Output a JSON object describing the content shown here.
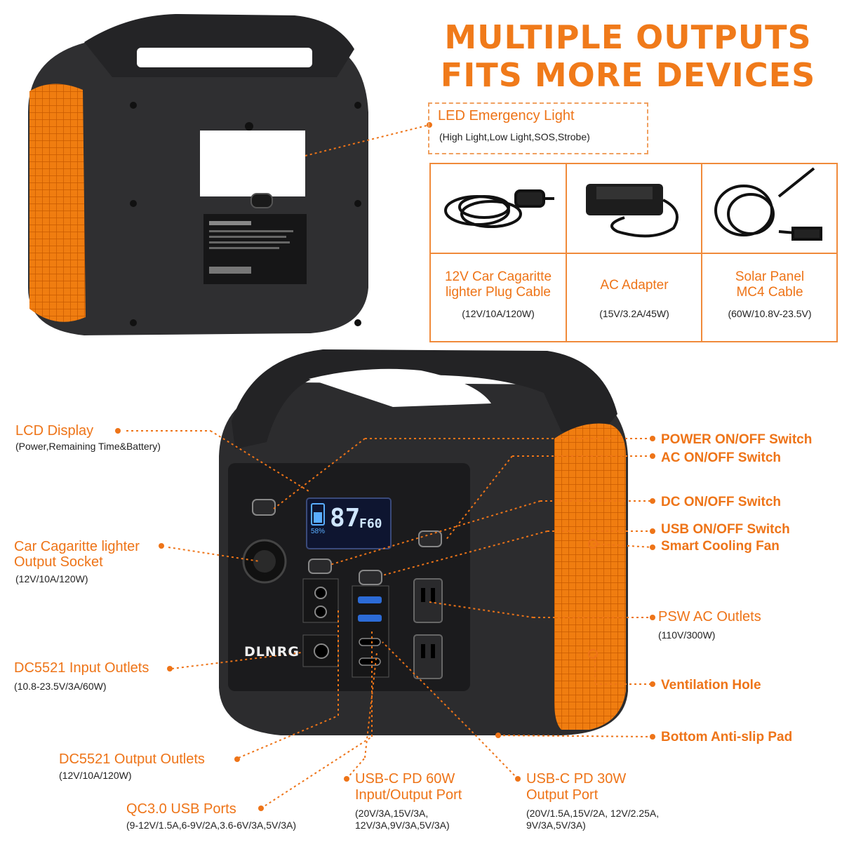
{
  "headline": {
    "line1": "MULTIPLE OUTPUTS",
    "line2": "FITS MORE DEVICES"
  },
  "emergency_light": {
    "title": "LED Emergency Light",
    "modes": "(High Light,Low Light,SOS,Strobe)"
  },
  "accessories": [
    {
      "name_line1": "12V Car Cagaritte",
      "name_line2": "lighter Plug Cable",
      "spec": "(12V/10A/120W)"
    },
    {
      "name_line1": "AC Adapter",
      "name_line2": "",
      "spec": "(15V/3.2A/45W)"
    },
    {
      "name_line1": "Solar Panel",
      "name_line2": "MC4 Cable",
      "spec": "(60W/10.8V-23.5V)"
    }
  ],
  "brand": "DLNRG",
  "lcd": {
    "value": "87",
    "unit": "F60",
    "battery_percent": "58%"
  },
  "left_labels": {
    "lcd_display": {
      "title": "LCD Display",
      "detail": "(Power,Remaining Time&Battery)"
    },
    "car_socket": {
      "title_line1": "Car Cagaritte lighter",
      "title_line2": "Output Socket",
      "detail": "(12V/10A/120W)"
    },
    "dc_input": {
      "title": "DC5521 Input Outlets",
      "detail": "(10.8-23.5V/3A/60W)"
    },
    "dc_output": {
      "title": "DC5521 Output Outlets",
      "detail": "(12V/10A/120W)"
    },
    "qc_usb": {
      "title": "QC3.0 USB Ports",
      "detail": "(9-12V/1.5A,6-9V/2A,3.6-6V/3A,5V/3A)"
    },
    "usbc_60": {
      "title_line1": "USB-C PD 60W",
      "title_line2": "Input/Output Port",
      "detail_line1": "(20V/3A,15V/3A,",
      "detail_line2": "12V/3A,9V/3A,5V/3A)"
    },
    "usbc_30": {
      "title_line1": "USB-C PD 30W",
      "title_line2": "Output Port",
      "detail_line1": "(20V/1.5A,15V/2A, 12V/2.25A,",
      "detail_line2": "9V/3A,5V/3A)"
    }
  },
  "right_labels": {
    "power_switch": "POWER ON/OFF Switch",
    "ac_switch": "AC ON/OFF Switch",
    "dc_switch": "DC ON/OFF Switch",
    "usb_switch": "USB ON/OFF Switch",
    "cooling_fan": "Smart Cooling Fan",
    "ac_outlets": {
      "title": "PSW AC Outlets",
      "detail": "(110V/300W)"
    },
    "vent_hole": "Ventilation Hole",
    "anti_slip": "Bottom Anti-slip Pad"
  },
  "colors": {
    "accent": "#ee7418",
    "body": "#2b2b2d",
    "panel": "#1c1c1e",
    "orange_panel": "#f07d10"
  }
}
